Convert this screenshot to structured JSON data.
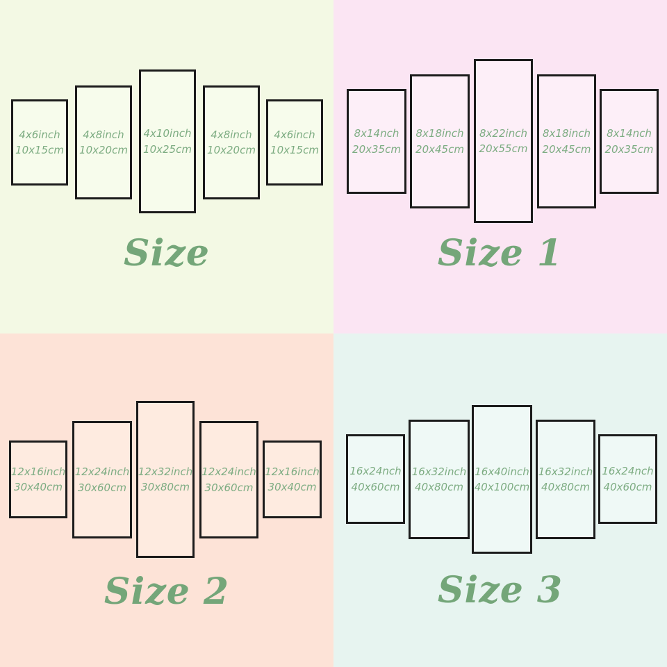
{
  "colors": {
    "panel_border": "#1b1b1b",
    "label_green": "#7dac82",
    "title_green": "#74a679"
  },
  "quadrants": [
    {
      "title": "Size",
      "bg": "#f3f9e4",
      "panel_bg": "#f7fcec",
      "panels": [
        {
          "inch": "4x6inch",
          "cm": "10x15cm"
        },
        {
          "inch": "4x8inch",
          "cm": "10x20cm"
        },
        {
          "inch": "4x10inch",
          "cm": "10x25cm"
        },
        {
          "inch": "4x8inch",
          "cm": "10x20cm"
        },
        {
          "inch": "4x6inch",
          "cm": "10x15cm"
        }
      ]
    },
    {
      "title": "Size 1",
      "bg": "#fbe5f3",
      "panel_bg": "#fdeff8",
      "panels": [
        {
          "inch": "8x14nch",
          "cm": "20x35cm"
        },
        {
          "inch": "8x18inch",
          "cm": "20x45cm"
        },
        {
          "inch": "8x22inch",
          "cm": "20x55cm"
        },
        {
          "inch": "8x18inch",
          "cm": "20x45cm"
        },
        {
          "inch": "8x14nch",
          "cm": "20x35cm"
        }
      ]
    },
    {
      "title": "Size 2",
      "bg": "#fde3d7",
      "panel_bg": "#feebe0",
      "panels": [
        {
          "inch": "12x16inch",
          "cm": "30x40cm"
        },
        {
          "inch": "12x24inch",
          "cm": "30x60cm"
        },
        {
          "inch": "12x32inch",
          "cm": "30x80cm"
        },
        {
          "inch": "12x24inch",
          "cm": "30x60cm"
        },
        {
          "inch": "12x16inch",
          "cm": "30x40cm"
        }
      ]
    },
    {
      "title": "Size 3",
      "bg": "#e7f4f0",
      "panel_bg": "#eff9f6",
      "panels": [
        {
          "inch": "16x24nch",
          "cm": "40x60cm"
        },
        {
          "inch": "16x32inch",
          "cm": "40x80cm"
        },
        {
          "inch": "16x40inch",
          "cm": "40x100cm"
        },
        {
          "inch": "16x32inch",
          "cm": "40x80cm"
        },
        {
          "inch": "16x24nch",
          "cm": "40x60cm"
        }
      ]
    }
  ]
}
